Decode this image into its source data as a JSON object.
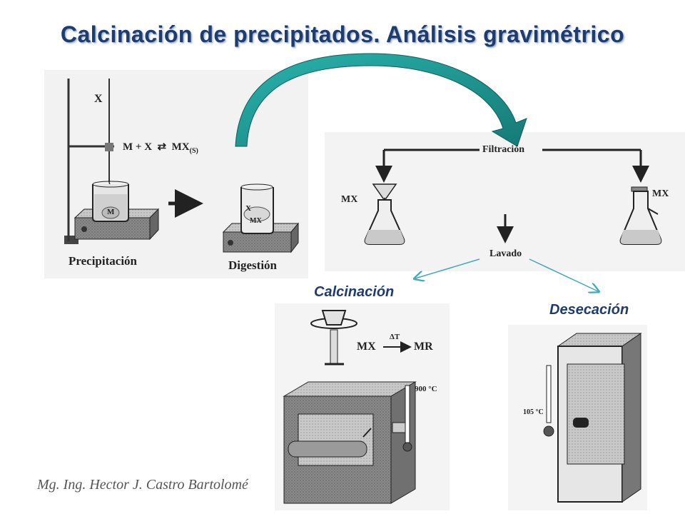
{
  "title": "Calcinación de precipitados. Análisis gravimétrico",
  "precipitation": {
    "reagent": "X",
    "reaction": "M + X",
    "product": "MX",
    "product_state": "(S)",
    "beaker_label": "M",
    "caption": "Precipitación"
  },
  "digestion": {
    "precipitate_label": "MX",
    "reagent": "X",
    "caption": "Digestión"
  },
  "filtration": {
    "label": "Filtración",
    "left_product": "MX",
    "right_product": "MX",
    "wash_label": "Lavado"
  },
  "calcination": {
    "label": "Calcinación",
    "reactant": "MX",
    "delta": "ΔT",
    "product": "MR",
    "temperature": "900 °C"
  },
  "drying": {
    "label": "Desecación",
    "temperature": "105 °C"
  },
  "author": "Mg. Ing. Hector J. Castro Bartolomé",
  "colors": {
    "title": "#1f3c6e",
    "arrow": "#1e8a86",
    "pointer": "#3fa9b8"
  }
}
